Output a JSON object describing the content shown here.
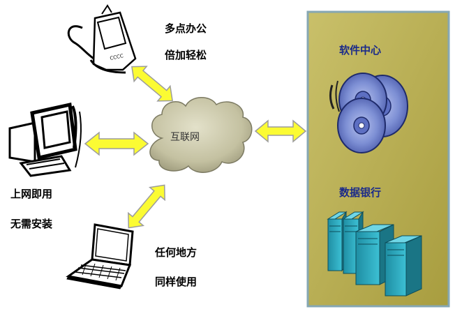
{
  "labels": {
    "pda_line1": "多点办公",
    "pda_line2": "倍加轻松",
    "desktop_line1": "上网即用",
    "desktop_line2": "无需安装",
    "laptop_line1": "任何地方",
    "laptop_line2": "同样使用",
    "cloud": "互联网",
    "software_center": "软件中心",
    "data_bank": "数据银行"
  },
  "colors": {
    "panel_fill": "#b7ac4c",
    "panel_border": "#86a7b3",
    "panel_text": "#1a2a8a",
    "arrow_fill": "#fbfb33",
    "arrow_stroke": "#9c9c9c",
    "cloud_fill": "#c7c4a6",
    "disc_fill": "#6d7fc7",
    "server_fill": "#2aa6bb"
  }
}
